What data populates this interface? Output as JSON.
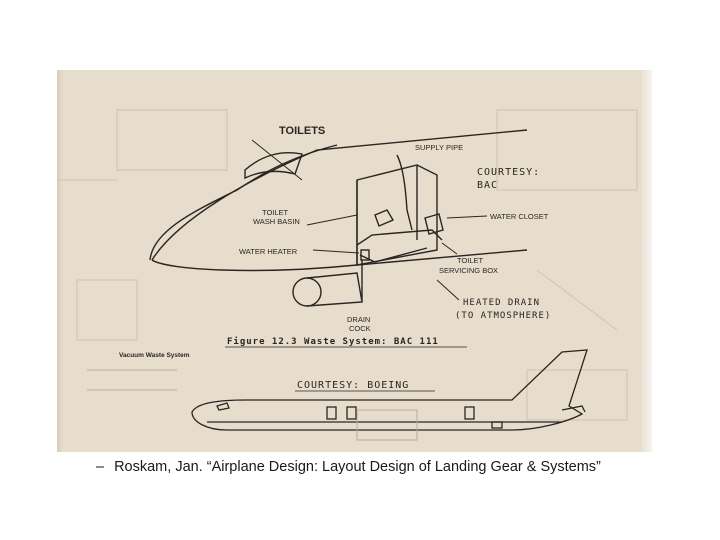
{
  "figure": {
    "title": "TOILETS",
    "labels": {
      "supply_pipe": "SUPPLY PIPE",
      "toilet_wash_basin_1": "TOILET",
      "toilet_wash_basin_2": "WASH BASIN",
      "water_closet": "WATER CLOSET",
      "water_heater": "WATER HEATER",
      "toilet_servicing_box_1": "TOILET",
      "toilet_servicing_box_2": "SERVICING BOX",
      "drain_cock_1": "DRAIN",
      "drain_cock_2": "COCK"
    },
    "courtesy_bac_1": "COURTESY:",
    "courtesy_bac_2": "BAC",
    "heated_drain_1": "HEATED DRAIN",
    "heated_drain_2": "(TO ATMOSPHERE)",
    "figure_caption": "Figure 12.3 Waste System: BAC 111",
    "vacuum_label": "Vacuum Waste System",
    "courtesy_boeing": "COURTESY: BOEING"
  },
  "citation": {
    "bullet": "–",
    "text": "Roskam, Jan.  “Airplane Design: Layout Design of Landing Gear & Systems”"
  }
}
